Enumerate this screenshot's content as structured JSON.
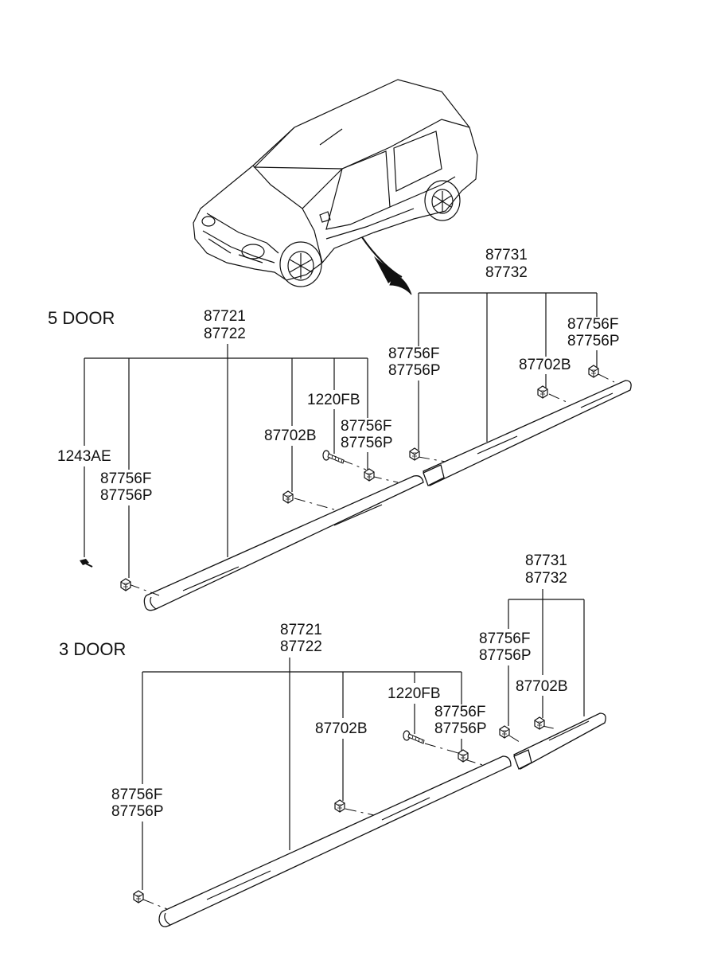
{
  "sections": {
    "five_door": "5 DOOR",
    "three_door": "3 DOOR"
  },
  "five_door": {
    "front_moulding": [
      "87721",
      "87722"
    ],
    "rear_moulding": [
      "87731",
      "87732"
    ],
    "bolt": "1243AE",
    "clip_front_left": [
      "87756F",
      "87756P"
    ],
    "clip_b_front": "87702B",
    "screw": "1220FB",
    "clip_front_right": [
      "87756F",
      "87756P"
    ],
    "clip_rear_left": [
      "87756F",
      "87756P"
    ],
    "clip_b_rear": "87702B",
    "clip_rear_right": [
      "87756F",
      "87756P"
    ]
  },
  "three_door": {
    "front_moulding": [
      "87721",
      "87722"
    ],
    "rear_moulding": [
      "87731",
      "87732"
    ],
    "clip_front_left": [
      "87756F",
      "87756P"
    ],
    "clip_b_front": "87702B",
    "screw": "1220FB",
    "clip_front_right": [
      "87756F",
      "87756P"
    ],
    "clip_rear_left": [
      "87756F",
      "87756P"
    ],
    "clip_b_rear": "87702B"
  },
  "icons": {
    "car": "car-illustration",
    "arrow": "curved-arrow-icon",
    "clip": "clip-icon",
    "screw": "screw-icon",
    "bolt": "bolt-icon"
  }
}
